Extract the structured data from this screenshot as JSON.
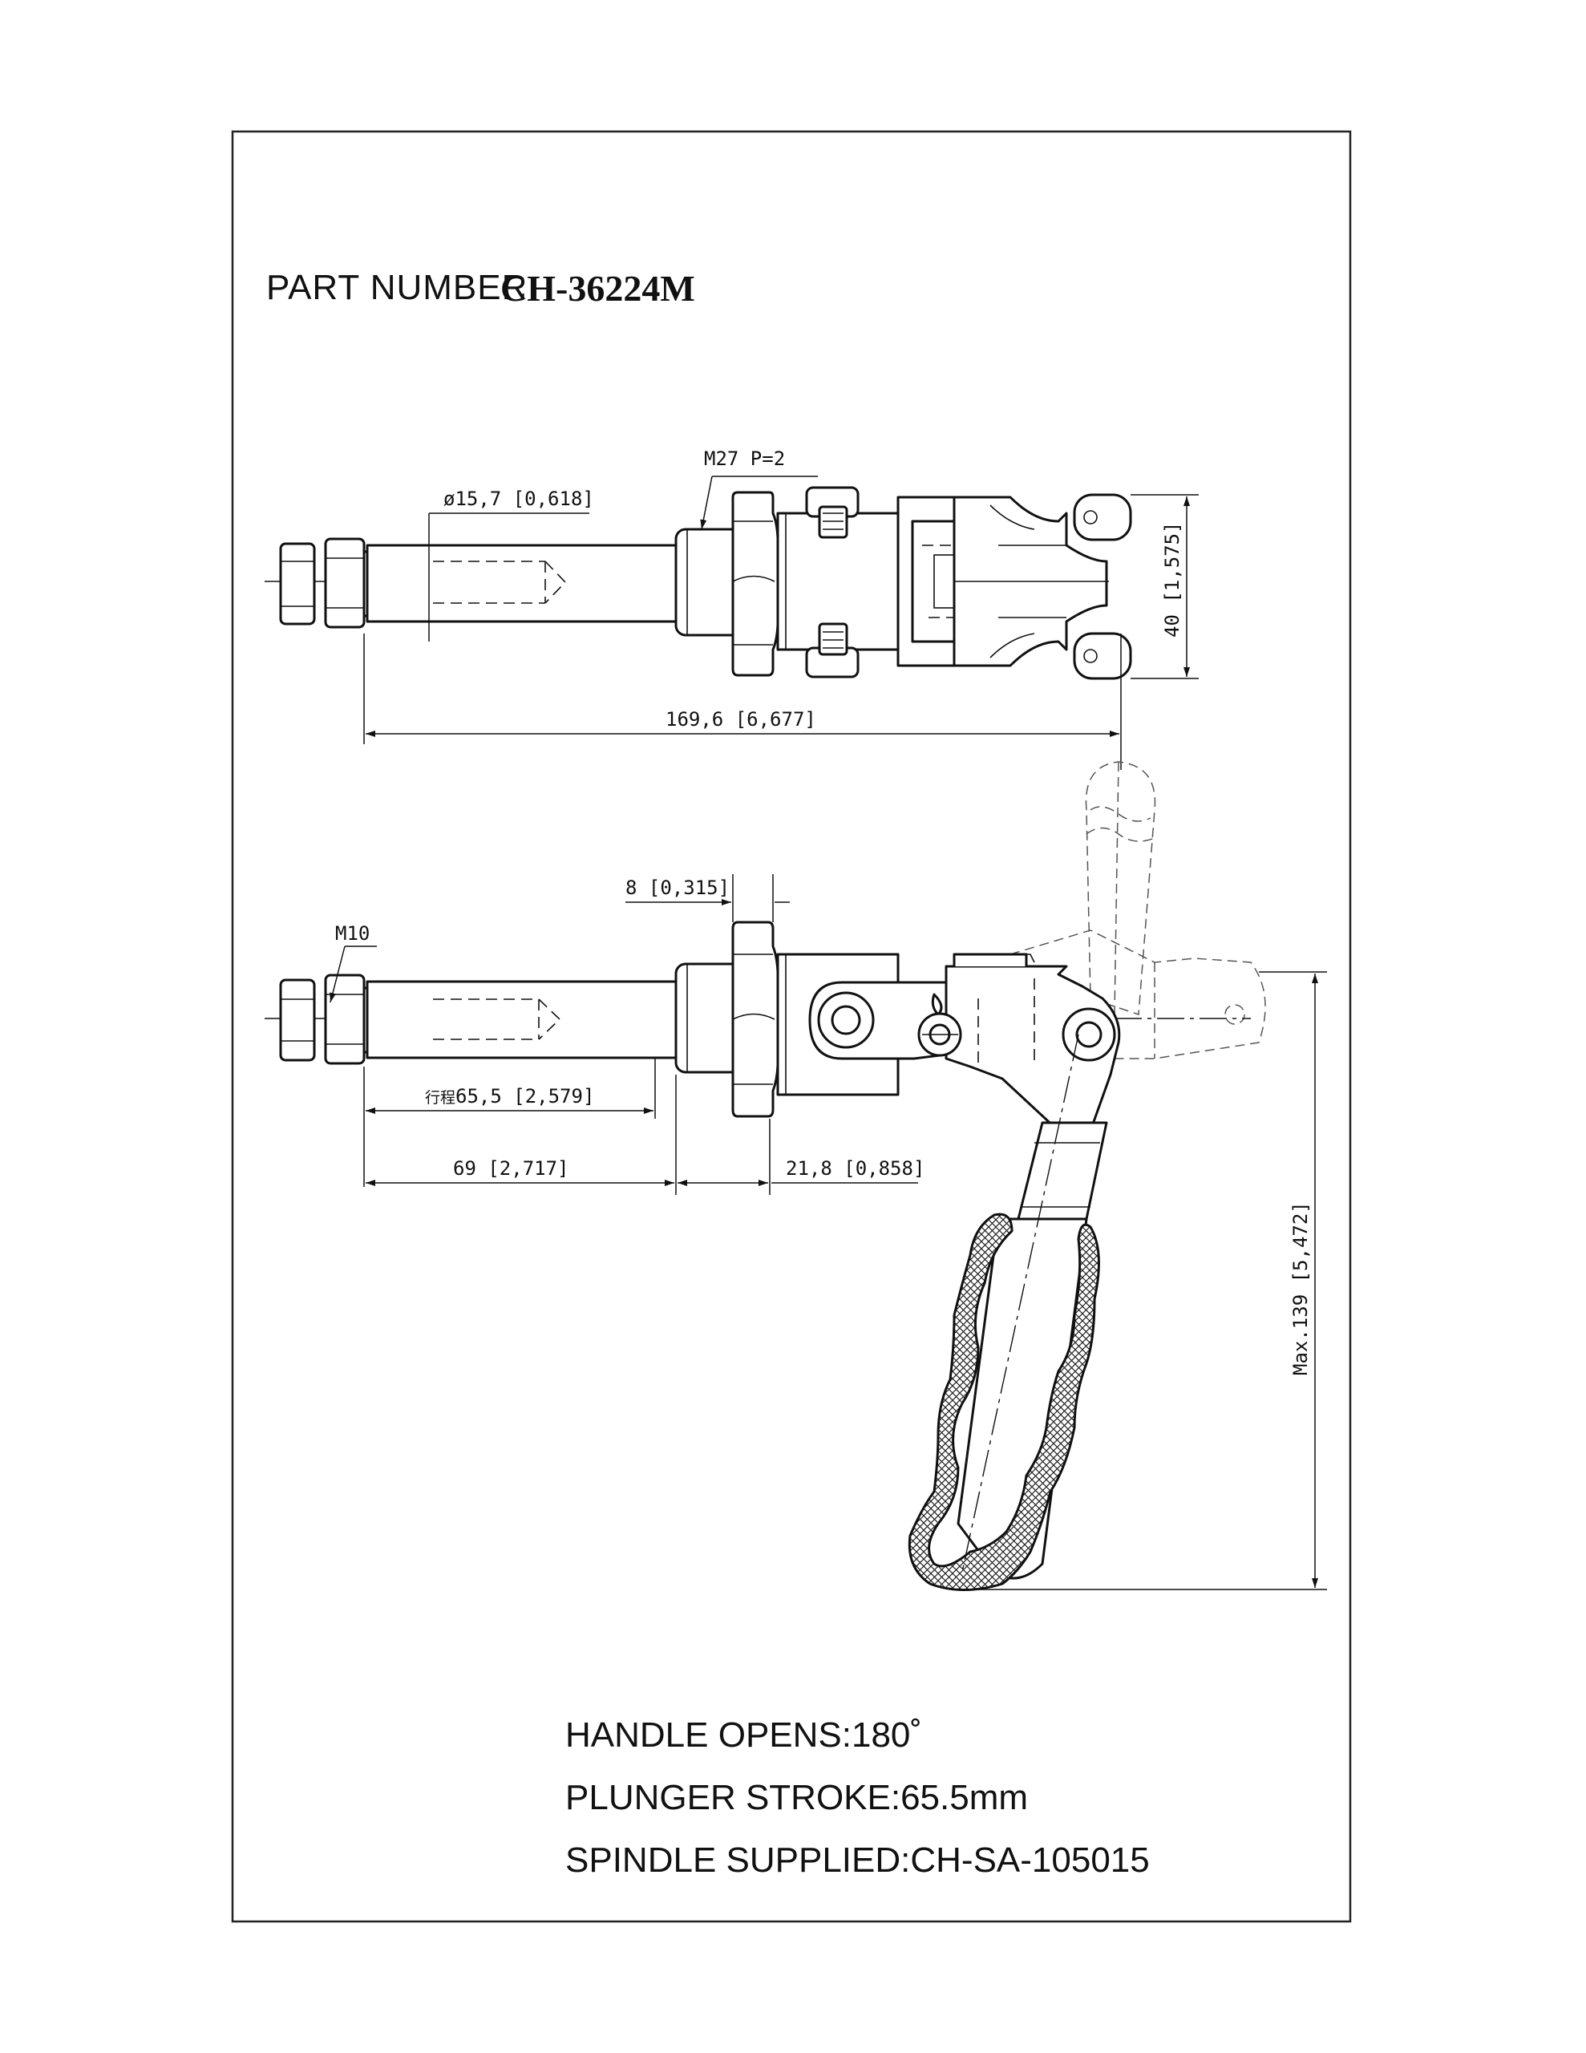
{
  "title": {
    "label": "PART NUMBER:",
    "part_number": "CH-36224M"
  },
  "top_view": {
    "thread": "M27 P=2",
    "diameter": "ø15,7 [0,618]",
    "length": "169,6 [6,677]",
    "height": "40 [1,575]"
  },
  "side_view": {
    "thread": "M10",
    "flange": "8 [0,315]",
    "stroke_prefix": "行程",
    "stroke": "65,5 [2,579]",
    "plunger_length": "69 [2,717]",
    "body_length": "21,8 [0,858]",
    "max_height": "Max.139 [5,472]"
  },
  "specs": [
    "HANDLE OPENS:180˚",
    "PLUNGER STROKE:65.5mm",
    "SPINDLE SUPPLIED:CH-SA-105015"
  ]
}
